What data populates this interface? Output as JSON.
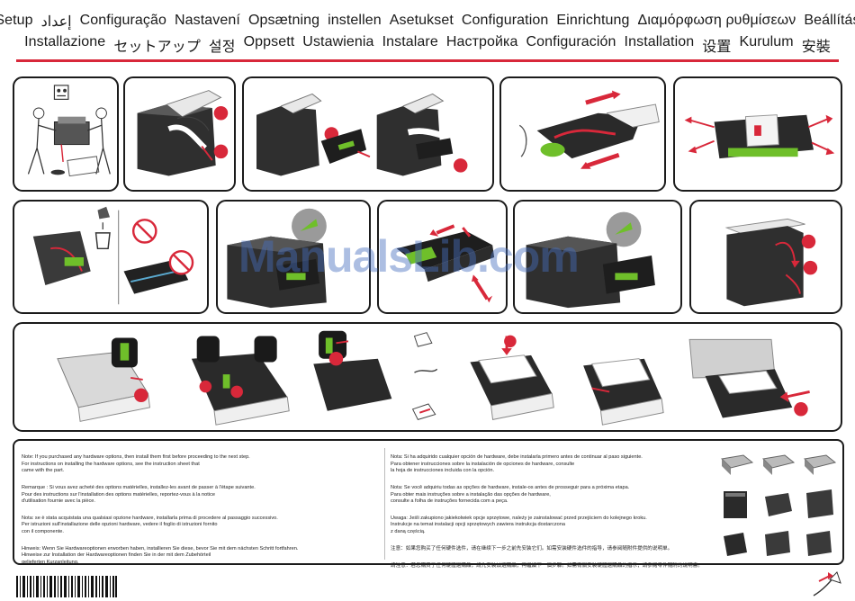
{
  "header": {
    "languages_row1": [
      "Setup",
      "إعداد",
      "Configuração",
      "Nastavení",
      "Opsætning",
      "instellen",
      "Asetukset",
      "Configuration",
      "Einrichtung",
      "Διαμόρφωση ρυθμίσεων",
      "Beállítás"
    ],
    "languages_row2": [
      "Installazione",
      "セットアップ",
      "설정",
      "Oppsett",
      "Ustawienia",
      "Instalare",
      "Настройка",
      "Configuración",
      "Installation",
      "设置",
      "Kurulum",
      "安裝"
    ]
  },
  "colors": {
    "accent_red": "#d8283a",
    "accent_green": "#6fbf2a",
    "border": "#1b1b1b"
  },
  "watermark": "ManualsLib.com",
  "notes": {
    "left": [
      "Note: If you purchased any hardware options, then install them first before proceeding to the next step.\nFor instructions on installing the hardware options, see the instruction sheet that\ncame with the part.",
      "Remarque : Si vous avez acheté des options matérielles, installez-les avant de passer à l'étape suivante.\nPour des instructions sur l'installation des options matérielles, reportez-vous à la notice\nd'utilisation fournie avec la pièce.",
      "Nota: se è stata acquistata una qualsiasi opzione hardware, installarla prima di procedere al passaggio successivo.\nPer istruzioni sull'installazione delle opzioni hardware, vedere il foglio di istruzioni fornito\ncon il componente.",
      "Hinweis: Wenn Sie Hardwareoptionen erworben haben, installieren Sie diese, bevor Sie mit dem nächsten Schritt fortfahren.\nHinweise zur Installation der Hardwareoptionen finden Sie in der mit dem Zubehörteil\ngelieferten Kurzanleitung."
    ],
    "right": [
      "Nota: Si ha adquirido cualquier opción de hardware, debe instalarla primero antes de continuar al paso siguiente.\nPara obtener instrucciones sobre la instalación de opciones de hardware, consulte\nla hoja de instrucciones incluida con la opción.",
      "Nota: Se você adquiriu todas as opções de hardware, instale-os antes de prosseguir para a próxima etapa.\nPara obter mais instruções sobre a instalação das opções de hardware,\nconsulte a folha de instruções fornecida com a peça.",
      "Uwaga: Jeśli zakupiono jakiekolwiek opcje sprzętowe, należy je zainstalować przed przejściem do kolejnego kroku.\nInstrukcje na temat instalacji opcji sprzętowych zawiera instrukcja dostarczona\nz daną częścią.",
      "注意：如果您购买了任何硬件选件，请在继续下一步之前先安装它们。如需安装硬件选件的指导，请参阅随附件提供的说明单。",
      "請注意：若您購買了任何硬體選購品，請先安裝該選購品，再繼續下一個步驟。如需有關安裝硬體選購品的指示，請參閱零件隨附的說明書。"
    ]
  }
}
